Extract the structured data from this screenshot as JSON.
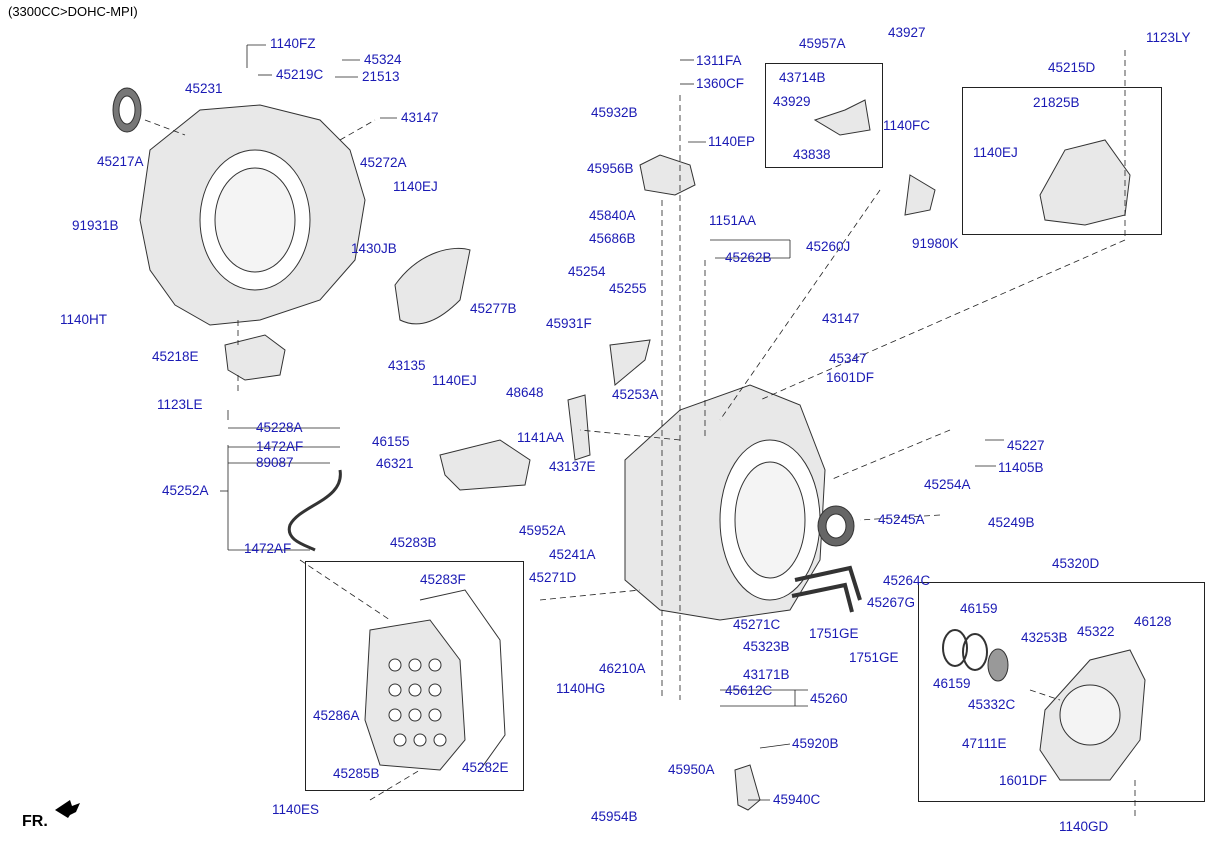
{
  "title": "(3300CC>DOHC-MPI)",
  "fr_label": "FR.",
  "labels": {
    "p1140FZ": "1140FZ",
    "p45324": "45324",
    "p45219C": "45219C",
    "p21513": "21513",
    "p45231": "45231",
    "p45217A": "45217A",
    "p43147a": "43147",
    "p45272A": "45272A",
    "p1140EJa": "1140EJ",
    "p91931B": "91931B",
    "p1140HT": "1140HT",
    "p1430JB": "1430JB",
    "p43135": "43135",
    "p1140EJb": "1140EJ",
    "p45218E": "45218E",
    "p1123LE": "1123LE",
    "p1311FA": "1311FA",
    "p1360CF": "1360CF",
    "p45932B": "45932B",
    "p1140EP": "1140EP",
    "p45956B": "45956B",
    "p45840A": "45840A",
    "p1151AA": "1151AA",
    "p45686B": "45686B",
    "p45260J": "45260J",
    "p45262B": "45262B",
    "p45957A": "45957A",
    "p43927": "43927",
    "p43714B": "43714B",
    "p43929": "43929",
    "p43838": "43838",
    "p1140FC": "1140FC",
    "p91980K": "91980K",
    "p1123LY": "1123LY",
    "p45215D": "45215D",
    "p21825B": "21825B",
    "p1140EJc": "1140EJ",
    "p45254": "45254",
    "p45255": "45255",
    "p45277B": "45277B",
    "p45931F": "45931F",
    "p48648": "48648",
    "p45253A": "45253A",
    "p43147b": "43147",
    "p45347": "45347",
    "p1601DFa": "1601DF",
    "p46155": "46155",
    "p1141AA": "1141AA",
    "p46321": "46321",
    "p43137E": "43137E",
    "p45228A": "45228A",
    "p1472AFa": "1472AF",
    "p89087": "89087",
    "p45252A": "45252A",
    "p1472AFb": "1472AF",
    "p45227": "45227",
    "p11405B": "11405B",
    "p45254A": "45254A",
    "p45245A": "45245A",
    "p45249B": "45249B",
    "p45952A": "45952A",
    "p45241A": "45241A",
    "p45271D": "45271D",
    "p45264C": "45264C",
    "p45267G": "45267G",
    "p45271C": "45271C",
    "p1751GEa": "1751GE",
    "p45323B": "45323B",
    "p1751GEb": "1751GE",
    "p46210A": "46210A",
    "p1140HG": "1140HG",
    "p43171B": "43171B",
    "p45612C": "45612C",
    "p45260": "45260",
    "p45283B": "45283B",
    "p45283F": "45283F",
    "p45286A": "45286A",
    "p45285B": "45285B",
    "p45282E": "45282E",
    "p1140ES": "1140ES",
    "p45920B": "45920B",
    "p45950A": "45950A",
    "p45954B": "45954B",
    "p45940C": "45940C",
    "p45320D": "45320D",
    "p46159a": "46159",
    "p43253B": "43253B",
    "p45322": "45322",
    "p46128": "46128",
    "p46159b": "46159",
    "p45332C": "45332C",
    "p47111E": "47111E",
    "p1601DFb": "1601DF",
    "p1140GD": "1140GD"
  },
  "colors": {
    "label": "#1a1ab4",
    "line": "#222222",
    "part_fill": "#e8e8e8",
    "part_stroke": "#333333"
  }
}
